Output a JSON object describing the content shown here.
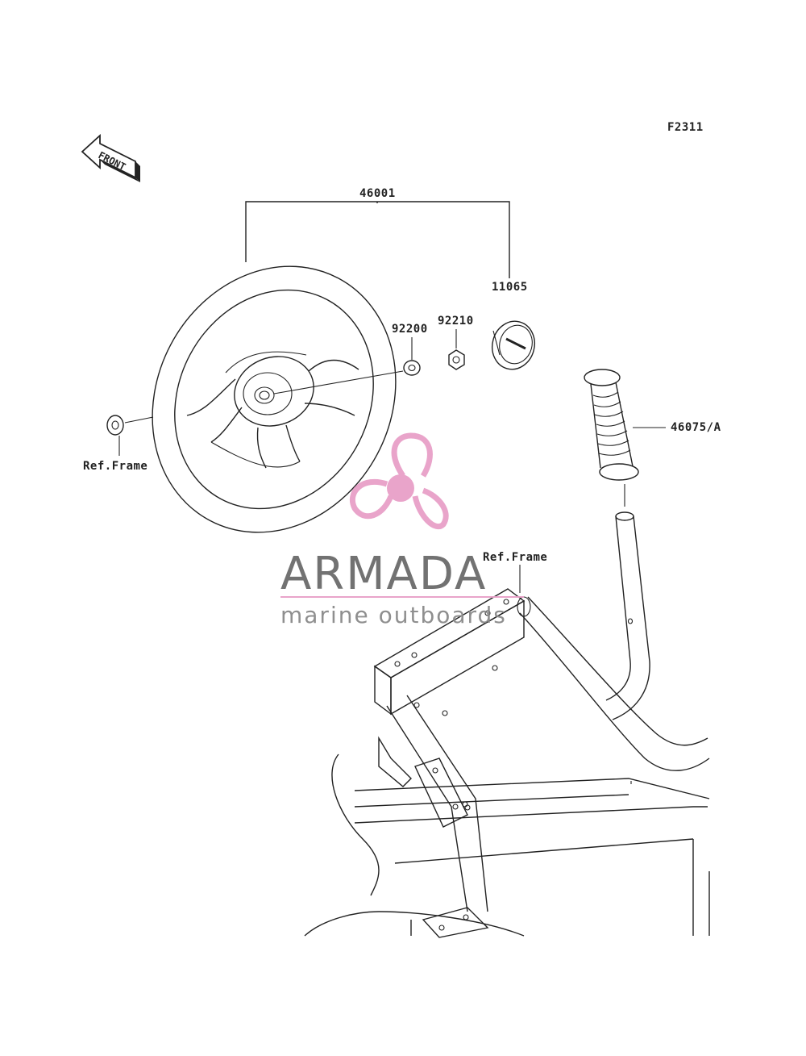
{
  "diagram_id": "F2311",
  "front_arrow_text": "FRONT",
  "parts": {
    "steering_wheel_assy": "46001",
    "cap": "11065",
    "washer": "92200",
    "nut": "92210",
    "grip": "46075/A",
    "ref_frame_left": "Ref.Frame",
    "ref_frame_center": "Ref.Frame"
  },
  "watermark": {
    "brand": "ARMADA",
    "tagline": "marine outboards",
    "accent_color": "#e8a0c8",
    "text_color": "#6b6b6b"
  },
  "line_color": "#222222"
}
